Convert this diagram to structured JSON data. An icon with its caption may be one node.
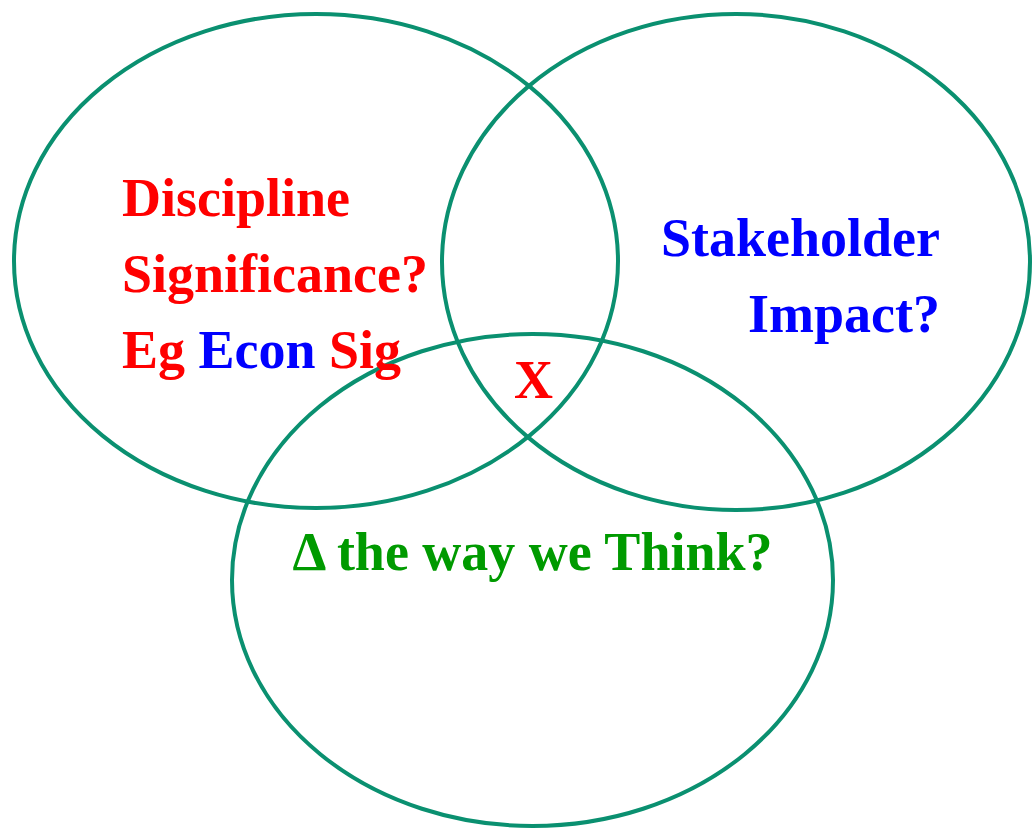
{
  "diagram": {
    "nodes": [
      {
        "text": [
          "Discipline Significance?",
          "Eg Econ Sig"
        ]
      },
      {
        "text": [
          "Stakeholder Impact?"
        ]
      },
      {
        "text": [
          "Δ the way we Think?"
        ]
      }
    ],
    "labels": [
      "X"
    ]
  }
}
